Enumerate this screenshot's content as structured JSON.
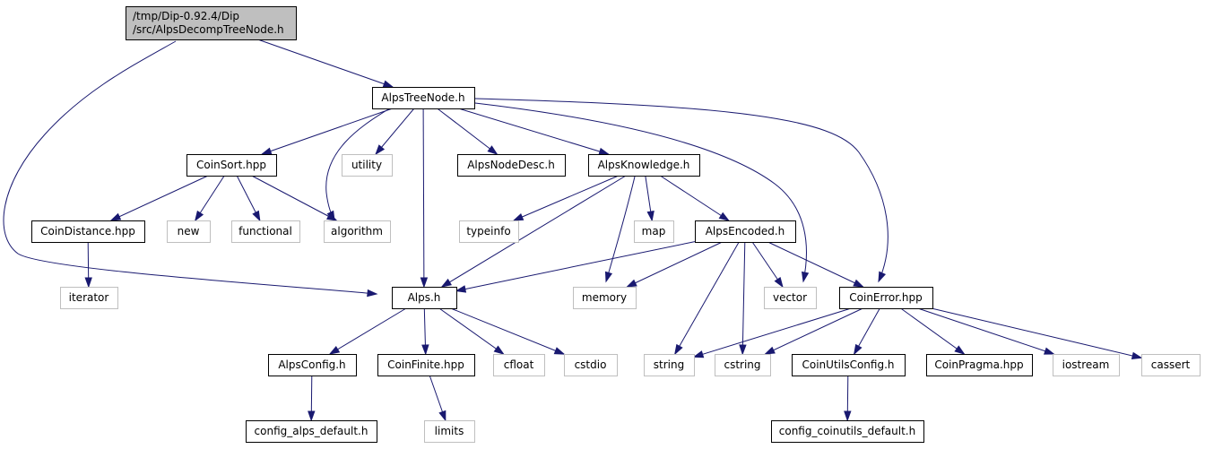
{
  "graph": {
    "title": "",
    "colors": {
      "edge": "#191970",
      "root_fill": "#bfbfbf",
      "external_border": "#bfbfbf"
    },
    "nodes": [
      {
        "id": "root",
        "lines": [
          "/tmp/Dip-0.92.4/Dip",
          "/src/AlpsDecompTreeNode.h"
        ],
        "kind": "root"
      },
      {
        "id": "alpstreenode",
        "lines": [
          "AlpsTreeNode.h"
        ],
        "kind": "doc"
      },
      {
        "id": "coinsort",
        "lines": [
          "CoinSort.hpp"
        ],
        "kind": "doc"
      },
      {
        "id": "utility",
        "lines": [
          "utility"
        ],
        "kind": "ext"
      },
      {
        "id": "alpsnodedesc",
        "lines": [
          "AlpsNodeDesc.h"
        ],
        "kind": "doc"
      },
      {
        "id": "alpsknowledge",
        "lines": [
          "AlpsKnowledge.h"
        ],
        "kind": "doc"
      },
      {
        "id": "coindistance",
        "lines": [
          "CoinDistance.hpp"
        ],
        "kind": "doc"
      },
      {
        "id": "new",
        "lines": [
          "new"
        ],
        "kind": "ext"
      },
      {
        "id": "functional",
        "lines": [
          "functional"
        ],
        "kind": "ext"
      },
      {
        "id": "algorithm",
        "lines": [
          "algorithm"
        ],
        "kind": "ext"
      },
      {
        "id": "typeinfo",
        "lines": [
          "typeinfo"
        ],
        "kind": "ext"
      },
      {
        "id": "map",
        "lines": [
          "map"
        ],
        "kind": "ext"
      },
      {
        "id": "alpsencoded",
        "lines": [
          "AlpsEncoded.h"
        ],
        "kind": "doc"
      },
      {
        "id": "iterator",
        "lines": [
          "iterator"
        ],
        "kind": "ext"
      },
      {
        "id": "alps",
        "lines": [
          "Alps.h"
        ],
        "kind": "doc"
      },
      {
        "id": "memory",
        "lines": [
          "memory"
        ],
        "kind": "ext"
      },
      {
        "id": "vector",
        "lines": [
          "vector"
        ],
        "kind": "ext"
      },
      {
        "id": "coinerror",
        "lines": [
          "CoinError.hpp"
        ],
        "kind": "doc"
      },
      {
        "id": "alpsconfig",
        "lines": [
          "AlpsConfig.h"
        ],
        "kind": "doc"
      },
      {
        "id": "coinfinite",
        "lines": [
          "CoinFinite.hpp"
        ],
        "kind": "doc"
      },
      {
        "id": "cfloat",
        "lines": [
          "cfloat"
        ],
        "kind": "ext"
      },
      {
        "id": "cstdio",
        "lines": [
          "cstdio"
        ],
        "kind": "ext"
      },
      {
        "id": "string",
        "lines": [
          "string"
        ],
        "kind": "ext"
      },
      {
        "id": "cstring",
        "lines": [
          "cstring"
        ],
        "kind": "ext"
      },
      {
        "id": "coinutilsconfig",
        "lines": [
          "CoinUtilsConfig.h"
        ],
        "kind": "doc"
      },
      {
        "id": "coinpragma",
        "lines": [
          "CoinPragma.hpp"
        ],
        "kind": "doc"
      },
      {
        "id": "iostream",
        "lines": [
          "iostream"
        ],
        "kind": "ext"
      },
      {
        "id": "cassert",
        "lines": [
          "cassert"
        ],
        "kind": "ext"
      },
      {
        "id": "config_alps",
        "lines": [
          "config_alps_default.h"
        ],
        "kind": "doc"
      },
      {
        "id": "limits",
        "lines": [
          "limits"
        ],
        "kind": "ext"
      },
      {
        "id": "config_coinutils",
        "lines": [
          "config_coinutils_default.h"
        ],
        "kind": "doc"
      }
    ],
    "edges": [
      [
        "root",
        "alpstreenode"
      ],
      [
        "root",
        "alps"
      ],
      [
        "alpstreenode",
        "coinsort"
      ],
      [
        "alpstreenode",
        "algorithm"
      ],
      [
        "alpstreenode",
        "utility"
      ],
      [
        "alpstreenode",
        "alps"
      ],
      [
        "alpstreenode",
        "alpsnodedesc"
      ],
      [
        "alpstreenode",
        "alpsknowledge"
      ],
      [
        "alpstreenode",
        "vector"
      ],
      [
        "alpstreenode",
        "coinerror"
      ],
      [
        "coinsort",
        "coindistance"
      ],
      [
        "coinsort",
        "new"
      ],
      [
        "coinsort",
        "functional"
      ],
      [
        "coinsort",
        "algorithm"
      ],
      [
        "coindistance",
        "iterator"
      ],
      [
        "alpsknowledge",
        "typeinfo"
      ],
      [
        "alpsknowledge",
        "alps"
      ],
      [
        "alpsknowledge",
        "memory"
      ],
      [
        "alpsknowledge",
        "map"
      ],
      [
        "alpsknowledge",
        "alpsencoded"
      ],
      [
        "alpsencoded",
        "alps"
      ],
      [
        "alpsencoded",
        "memory"
      ],
      [
        "alpsencoded",
        "string"
      ],
      [
        "alpsencoded",
        "cstring"
      ],
      [
        "alpsencoded",
        "vector"
      ],
      [
        "alpsencoded",
        "coinerror"
      ],
      [
        "alps",
        "alpsconfig"
      ],
      [
        "alps",
        "coinfinite"
      ],
      [
        "alps",
        "cfloat"
      ],
      [
        "alps",
        "cstdio"
      ],
      [
        "alpsconfig",
        "config_alps"
      ],
      [
        "coinfinite",
        "limits"
      ],
      [
        "coinerror",
        "string"
      ],
      [
        "coinerror",
        "cstring"
      ],
      [
        "coinerror",
        "coinutilsconfig"
      ],
      [
        "coinerror",
        "coinpragma"
      ],
      [
        "coinerror",
        "iostream"
      ],
      [
        "coinerror",
        "cassert"
      ],
      [
        "coinutilsconfig",
        "config_coinutils"
      ]
    ]
  }
}
